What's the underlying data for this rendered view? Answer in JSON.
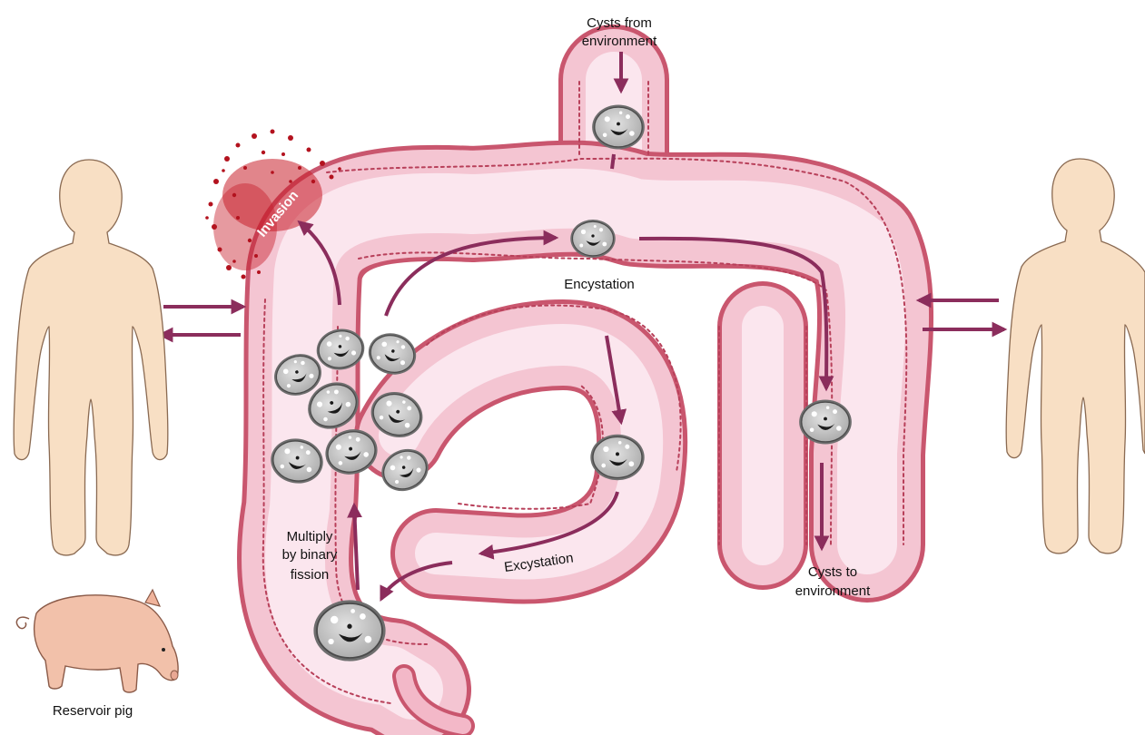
{
  "labels": {
    "cysts_from_environment_line1": "Cysts from",
    "cysts_from_environment_line2": "environment",
    "invasion": "Invasion",
    "encystation": "Encystation",
    "excystation": "Excystation",
    "multiply_line1": "Multiply",
    "multiply_line2": "by binary",
    "multiply_line3": "fission",
    "cysts_to_environment_line1": "Cysts to",
    "cysts_to_environment_line2": "environment",
    "reservoir_pig": "Reservoir pig"
  },
  "colors": {
    "intestine_wall": "#c9566e",
    "intestine_tissue": "#f4c5d2",
    "lumen": "#fbe6ee",
    "arrow": "#8b2d5c",
    "blood_invasion": "#b3121e",
    "human_skin": "#f8dfc4",
    "pig_skin": "#f2c1aa",
    "cyst": "#bcbcbc",
    "cyst_nucleus": "#1a1a1a"
  },
  "icons": {
    "left_figure": "human-figure-icon",
    "right_figure": "human-figure-icon",
    "pig": "pig-icon",
    "cyst": "balantidium-cyst-icon"
  }
}
